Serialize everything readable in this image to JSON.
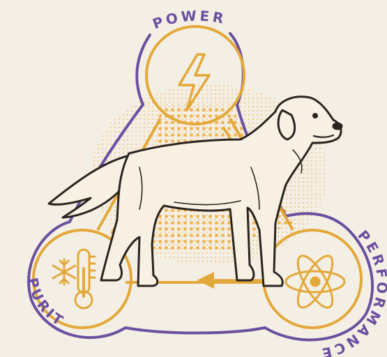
{
  "labels": {
    "power": "POWER",
    "purity": "PURITY",
    "performance": "PERFORMANCE"
  },
  "icons": {
    "power": "lightning-bolt-icon",
    "purity": "snowflake-thermometer-icon",
    "performance": "atom-icon",
    "center": "dog-illustration"
  },
  "colors": {
    "background": "#f4efe4",
    "purple": "#6b4fa0",
    "gold": "#e3a83a",
    "dots": "#f0b24a",
    "ink": "#2a2421",
    "dog_fill": "#f8f1e3"
  }
}
